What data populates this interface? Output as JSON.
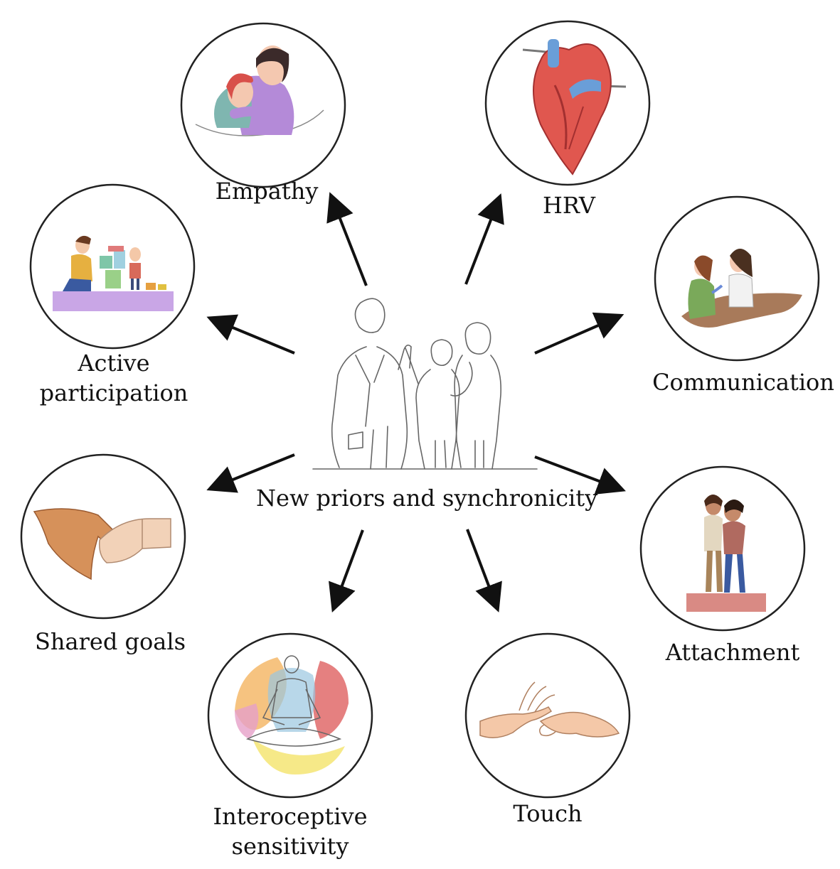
{
  "center": {
    "label": "New priors and synchronicity",
    "icon": "doctor-high-five-family-line-art-icon"
  },
  "nodes": [
    {
      "id": "empathy",
      "label_lines": [
        "Empathy"
      ],
      "icon": "parent-hugging-child-icon"
    },
    {
      "id": "hrv",
      "label_lines": [
        "HRV"
      ],
      "icon": "anatomical-heart-icon"
    },
    {
      "id": "communication",
      "label_lines": [
        "Communication"
      ],
      "icon": "doctor-patient-conversation-icon"
    },
    {
      "id": "attachment",
      "label_lines": [
        "Attachment"
      ],
      "icon": "parent-child-embrace-icon"
    },
    {
      "id": "touch",
      "label_lines": [
        "Touch"
      ],
      "icon": "reaching-hands-icon"
    },
    {
      "id": "interoceptive",
      "label_lines": [
        "Interoceptive",
        "sensitivity"
      ],
      "icon": "meditation-figure-icon"
    },
    {
      "id": "shared-goals",
      "label_lines": [
        "Shared goals"
      ],
      "icon": "holding-hands-icon"
    },
    {
      "id": "active-participation",
      "label_lines": [
        "Active",
        "participation"
      ],
      "icon": "parent-child-building-blocks-icon"
    }
  ],
  "colors": {
    "arrow": "#111111",
    "circle_stroke": "#222222",
    "heart_red": "#e0574f",
    "purple": "#b48ad8",
    "skin": "#e8b48f",
    "floor_pink": "#d98a84",
    "lavender": "#c9a6e6",
    "brown": "#a87a5a"
  }
}
